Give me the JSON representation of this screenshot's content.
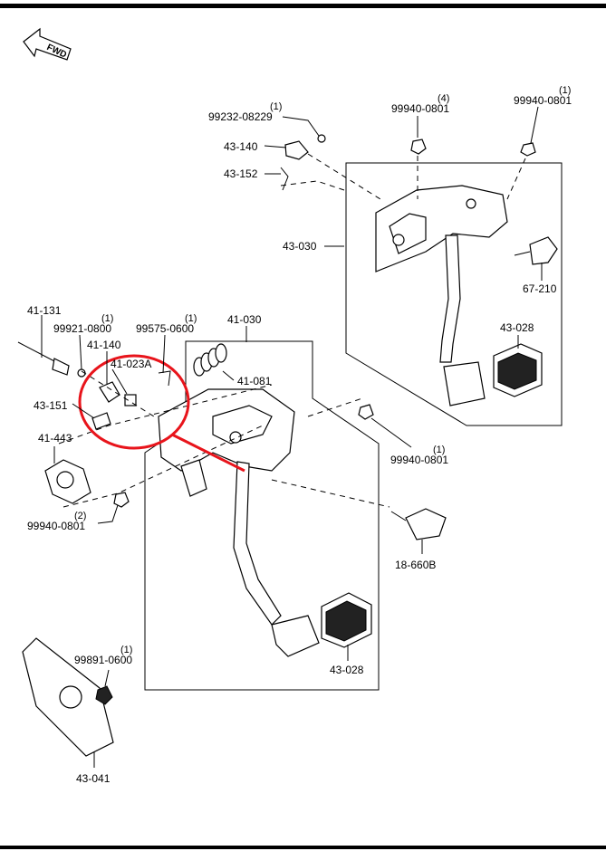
{
  "fwd_label": "FWD",
  "callouts": {
    "c99232_qty": "(1)",
    "c99232": "99232-08229",
    "c99940a_qty": "(4)",
    "c99940a": "99940-0801",
    "c99940b_qty": "(1)",
    "c99940b": "99940-0801",
    "c43140": "43-140",
    "c43152": "43-152",
    "c43030": "43-030",
    "c67210": "67-210",
    "c43028a": "43-028",
    "c41131": "41-131",
    "c99921_qty": "(1)",
    "c99921": "99921-0800",
    "c99575_qty": "(1)",
    "c99575": "99575-0600",
    "c41030": "41-030",
    "c41140": "41-140",
    "c41023": "41-023A",
    "c41081": "41-081",
    "c43151": "43-151",
    "c41443": "41-443",
    "c99940c_qty": "(1)",
    "c99940c": "99940-0801",
    "c99940d_qty": "(2)",
    "c99940d": "99940-0801",
    "c18660": "18-660B",
    "c43028b": "43-028",
    "c99891_qty": "(1)",
    "c99891": "99891-0600",
    "c43041": "43-041"
  },
  "highlight_color": "#e8141b"
}
